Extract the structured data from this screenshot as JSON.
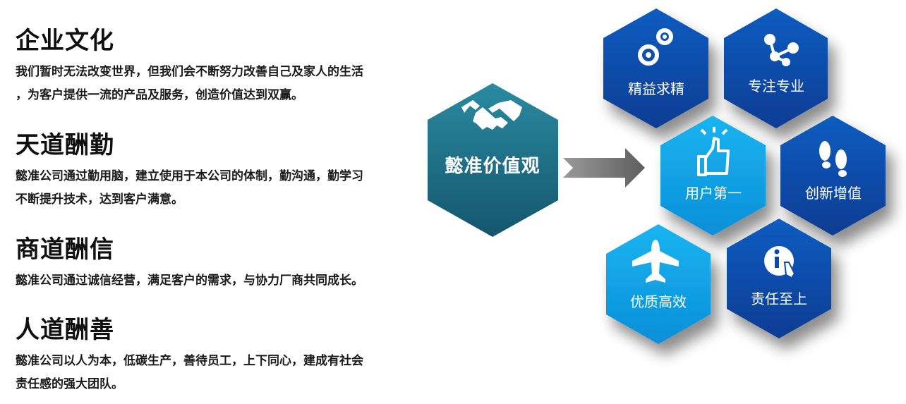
{
  "sections": [
    {
      "title": "企业文化",
      "lines": [
        "我们暂时无法改变世界，但我们会不断努力改善自己及家人的生活",
        "，为客户提供一流的产品及服务，创造价值达到双赢。"
      ]
    },
    {
      "title": "天道酬勤",
      "lines": [
        "懿准公司通过勤用脑，建立使用于本公司的体制，勤沟通，勤学习",
        "不断提升技术，达到客户满意。"
      ]
    },
    {
      "title": "商道酬信",
      "lines": [
        "懿准公司通过诚信经营，满足客户的需求，与协力厂商共同成长。"
      ]
    },
    {
      "title": "人道酬善",
      "lines": [
        "懿准公司以人为本，低碳生产，善待员工，上下同心，建成有社会",
        "责任感的强大团队。"
      ]
    }
  ],
  "diagram": {
    "core": {
      "label": "懿准价值观",
      "icon": "handshake-icon",
      "color": "#1f6f86"
    },
    "values": [
      {
        "label": "精益求精",
        "icon": "gears-icon"
      },
      {
        "label": "专注专业",
        "icon": "nodes-icon"
      },
      {
        "label": "用户第一",
        "icon": "thumbs-up-icon"
      },
      {
        "label": "创新增值",
        "icon": "footprints-icon"
      },
      {
        "label": "优质高效",
        "icon": "airplane-icon"
      },
      {
        "label": "责任至上",
        "icon": "info-hand-icon"
      }
    ],
    "colors": {
      "dark_blue": "#0a4aa8",
      "light_blue": "#12a6e8",
      "arrow": "#7a7a7a"
    }
  }
}
